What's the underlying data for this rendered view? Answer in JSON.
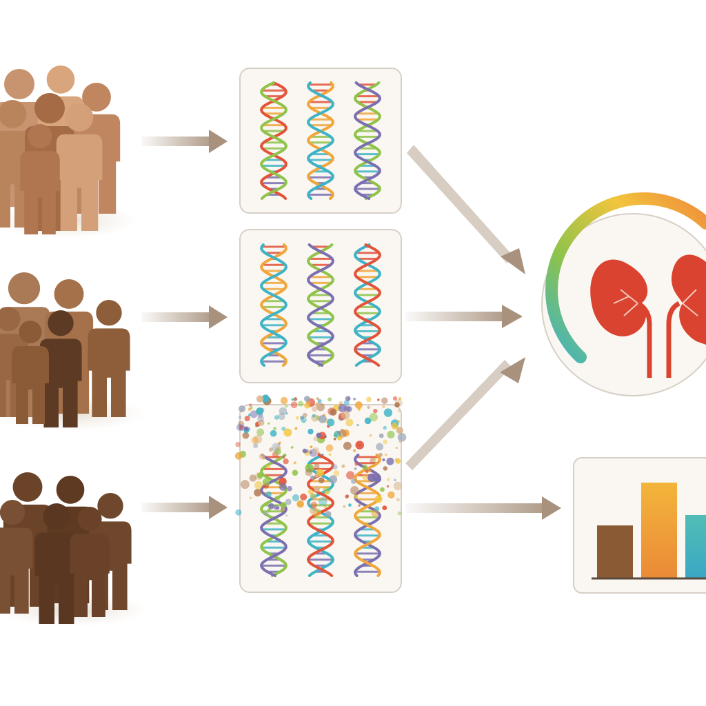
{
  "diagram": {
    "populations": [
      {
        "id": "population-1",
        "skin_tones": [
          "#c89470",
          "#d8a57c",
          "#c08660",
          "#b9835c",
          "#a56b44",
          "#d4a07a",
          "#b07650"
        ]
      },
      {
        "id": "population-2",
        "skin_tones": [
          "#a97a55",
          "#a5714b",
          "#8e5e3b",
          "#9a6744",
          "#5c3a24",
          "#8b5a36"
        ]
      },
      {
        "id": "population-3",
        "skin_tones": [
          "#6b4328",
          "#5e3a22",
          "#6f472c",
          "#7a5034",
          "#5a3720",
          "#6a4129"
        ]
      }
    ],
    "dna_panels": [
      {
        "id": "dna-panel-1",
        "helix_colors": [
          "#e2533a",
          "#f0a63a",
          "#8fc34a",
          "#3fb3c6",
          "#7b6fb0"
        ],
        "scattered": false
      },
      {
        "id": "dna-panel-2",
        "helix_colors": [
          "#e2533a",
          "#f0a63a",
          "#8fc34a",
          "#3fb3c6",
          "#7b6fb0"
        ],
        "scattered": false
      },
      {
        "id": "dna-panel-3",
        "helix_colors": [
          "#e2533a",
          "#f0a63a",
          "#8fc34a",
          "#3fb3c6",
          "#7b6fb0"
        ],
        "scattered": true
      }
    ],
    "kidney_gauge": {
      "gradient_colors": [
        "#3fb3c6",
        "#8fc34a",
        "#f2c53d",
        "#ef8a3a"
      ],
      "kidney_color": "#d9432f"
    },
    "bar_chart": {
      "bars": [
        {
          "value": 0.55,
          "color": "#8a5a34"
        },
        {
          "value": 1.0,
          "color": "#f0a83a"
        },
        {
          "value": 0.66,
          "color": "#3fb3c6"
        }
      ]
    },
    "arrow_color": "#a8927e"
  }
}
